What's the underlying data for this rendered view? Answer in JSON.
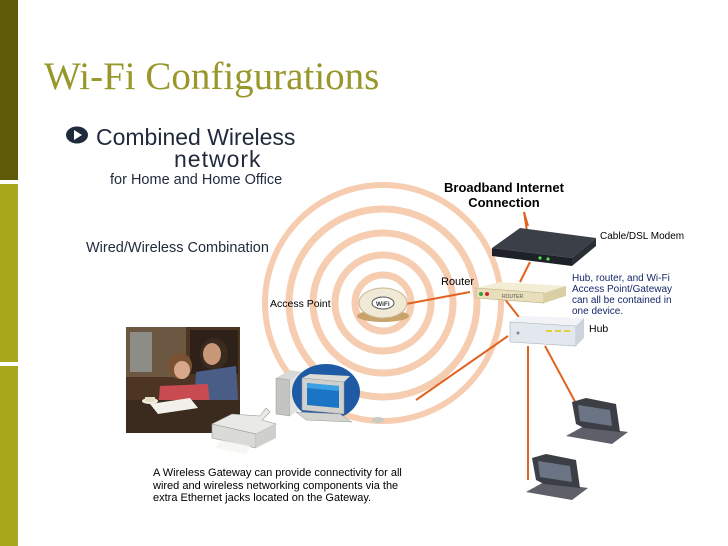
{
  "slide": {
    "title": "Wi-Fi Configurations"
  },
  "diagram": {
    "brand": {
      "line1": "Combined Wireless",
      "line2": "network",
      "line3": "for Home and Home Office"
    },
    "section_label": "Wired/Wireless Combination",
    "broadband_label": [
      "Broadband Internet",
      "Connection"
    ],
    "modem_label": "Cable/DSL Modem",
    "router_label": "Router",
    "router_device_text": "ROUTER",
    "access_point_label": "Access Point",
    "access_point_badge": "WiFi",
    "hub_label": "Hub",
    "hub_note": [
      "Hub, router, and Wi-Fi",
      "Access Point/Gateway",
      "can all be contained in",
      "one device."
    ],
    "caption": [
      "A Wireless Gateway can provide connectivity for all",
      "wired and wireless networking components via the",
      "extra Ethernet jacks located on the Gateway."
    ]
  },
  "colors": {
    "title": "#98972a",
    "sidebar_dark": "#5f5a08",
    "sidebar_light": "#a9a81c",
    "cable": "#e0631f",
    "rings": "#f6cdb0",
    "brand_text": "#1f2a3c",
    "note_text": "#16286a"
  }
}
